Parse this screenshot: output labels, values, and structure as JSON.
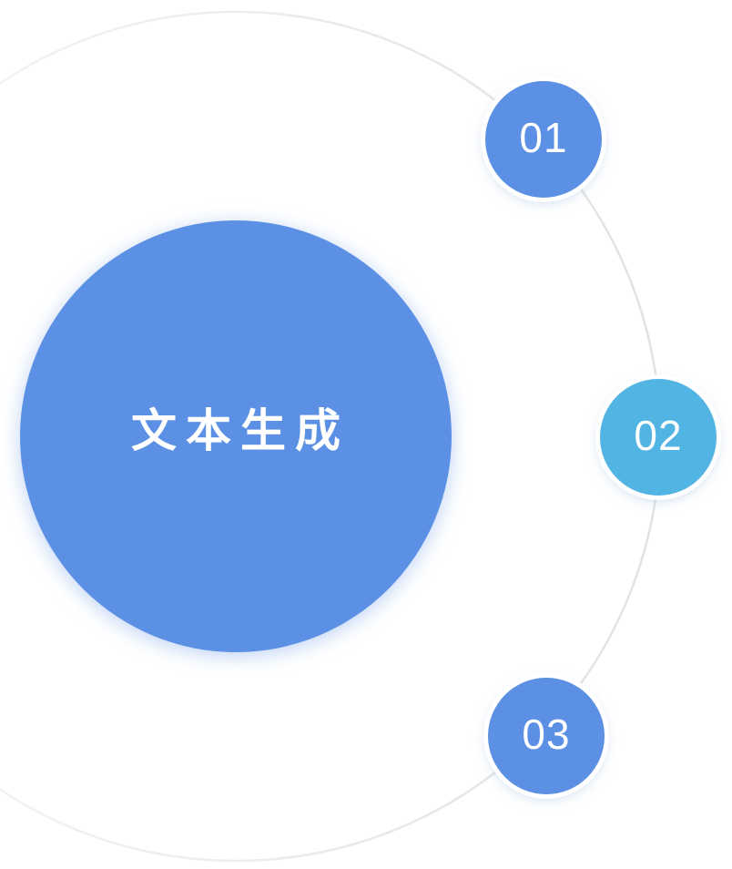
{
  "diagram": {
    "center_node": {
      "label": "文本生成"
    },
    "steps": [
      {
        "label": "01"
      },
      {
        "label": "02"
      },
      {
        "label": "03"
      }
    ],
    "colors": {
      "primary": "#5B90E4",
      "accent": "#52B4E2",
      "arc_start": "#F7F7F7",
      "arc_end": "#E2E2E2",
      "label_text": "#FFFFFF"
    }
  }
}
